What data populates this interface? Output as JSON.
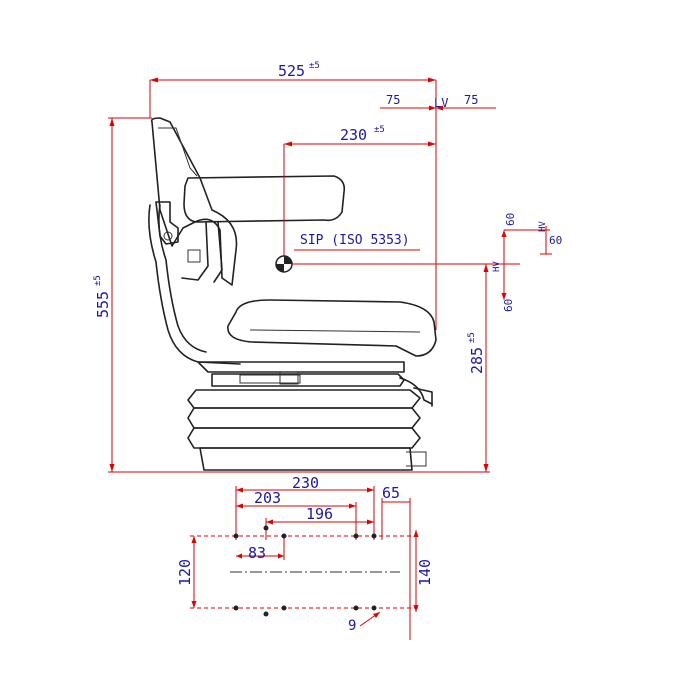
{
  "colors": {
    "outline": "#222222",
    "dimension_line": "#e00000",
    "dimension_text": "#1a1aa0"
  },
  "dimensions": {
    "overall_depth": {
      "value": "525",
      "tolerance": "±5"
    },
    "lv_left": "75",
    "lv_label": "LV",
    "lv_right": "75",
    "sip_offset": {
      "value": "230",
      "tolerance": "±5"
    },
    "sip_label": "SIP (ISO 5353)",
    "overall_height": {
      "value": "555",
      "tolerance": "±5"
    },
    "sip_height": {
      "value": "285",
      "tolerance": "±5"
    },
    "hv_up": "60",
    "hv_label": "HV",
    "hv_side": "60",
    "hv_down": "60"
  },
  "base_plate": {
    "width_230": "230",
    "hole_203": "203",
    "offset_65": "65",
    "hole_196": "196",
    "hole_83": "83",
    "depth_120": "120",
    "depth_140": "140",
    "hole_dia_9": "9"
  }
}
